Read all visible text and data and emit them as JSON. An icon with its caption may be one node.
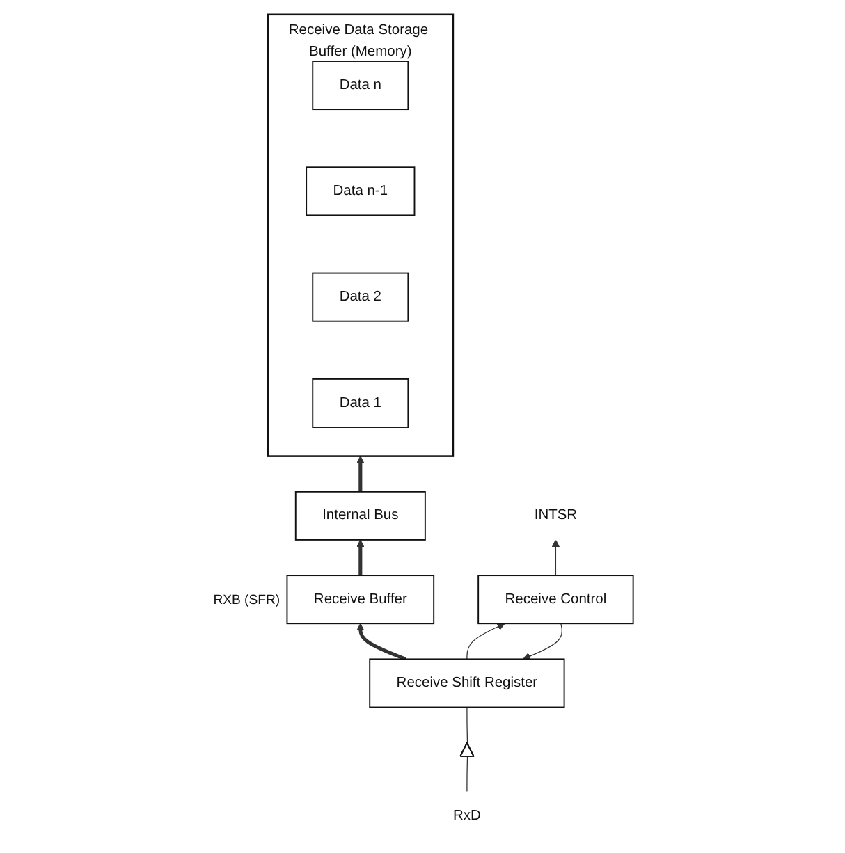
{
  "diagram": {
    "nodes": [
      {
        "text": [
          "Receive Data Storage Buffer (Memory)"
        ]
      },
      {
        "text": [
          "Data n"
        ],
        "in": 0
      },
      {
        "text": [
          "Data n-1"
        ],
        "in": 0
      },
      {
        "text": [
          "Data 2"
        ],
        "in": 0
      },
      {
        "text": [
          "Data 1"
        ],
        "in": 0
      },
      {
        "text": [
          "Internal Bus"
        ]
      },
      {
        "text": [
          "Receive Buffer"
        ],
        "beside": [
          "RXB (SFR)"
        ]
      },
      {
        "text": [
          "RxD"
        ]
      },
      {
        "text": [],
        "shape": "triangle"
      },
      {
        "text": [
          "Receive Shift Register"
        ]
      },
      {
        "text": [
          "Receive Control"
        ]
      },
      {
        "text": [
          "INTSR"
        ]
      }
    ],
    "edges": [
      {
        "from": 5,
        "to": 0,
        "arrow": "to",
        "style": "thick"
      },
      {
        "from": 6,
        "to": 5,
        "arrow": "to",
        "style": "thick"
      },
      {
        "from": 9,
        "to": 6,
        "arrow": "to",
        "style": "thick"
      },
      {
        "from": 7,
        "to": 8,
        "arrow": "none"
      },
      {
        "from": 8,
        "to": 9,
        "arrow": "none"
      },
      {
        "from": 10,
        "to": 9,
        "arrow": "to"
      },
      {
        "from": 9,
        "to": 10,
        "arrow": "to"
      },
      {
        "from": 10,
        "to": 11,
        "arrow": "to"
      }
    ]
  }
}
